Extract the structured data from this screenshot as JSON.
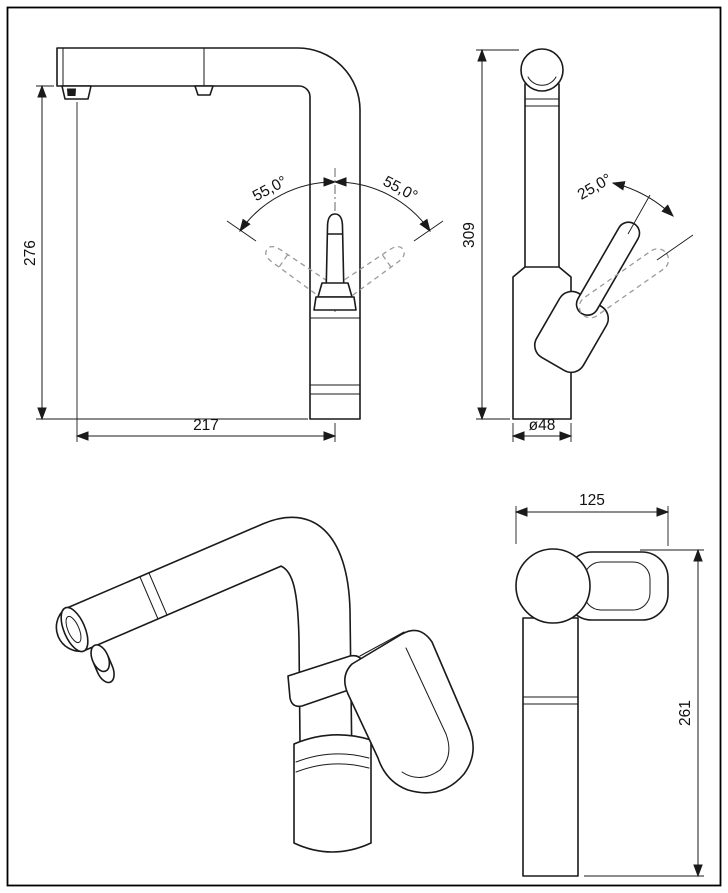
{
  "drawing": {
    "front": {
      "height": "276",
      "width": "217",
      "swivel_left": "55,0°",
      "swivel_right": "55,0°"
    },
    "side": {
      "height": "309",
      "handle_angle": "25,0°",
      "base_diameter": "ø48"
    },
    "rear": {
      "depth": "125",
      "height": "261"
    }
  },
  "colors": {
    "line": "#1a1a1a",
    "ghost": "#9a9a9a",
    "background": "#ffffff"
  }
}
